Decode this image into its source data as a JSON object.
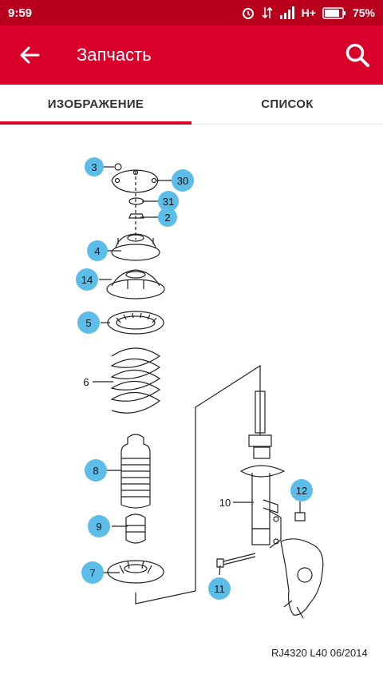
{
  "status": {
    "time": "9:59",
    "network": "H+",
    "battery": "75%"
  },
  "appbar": {
    "title": "Запчасть",
    "back_icon": "arrow-left-icon",
    "search_icon": "search-icon"
  },
  "tabs": [
    {
      "label": "ИЗОБРАЖЕНИЕ",
      "active": true
    },
    {
      "label": "СПИСОК",
      "active": false
    }
  ],
  "diagram": {
    "callouts": [
      "3",
      "30",
      "31",
      "2",
      "4",
      "14",
      "5",
      "6",
      "8",
      "9",
      "7",
      "10",
      "12",
      "11"
    ],
    "reference": "RJ4320 L40 06/2014"
  },
  "colors": {
    "statusbar": "#b8001d",
    "appbar": "#d9002a",
    "callout": "#5bbde8"
  }
}
